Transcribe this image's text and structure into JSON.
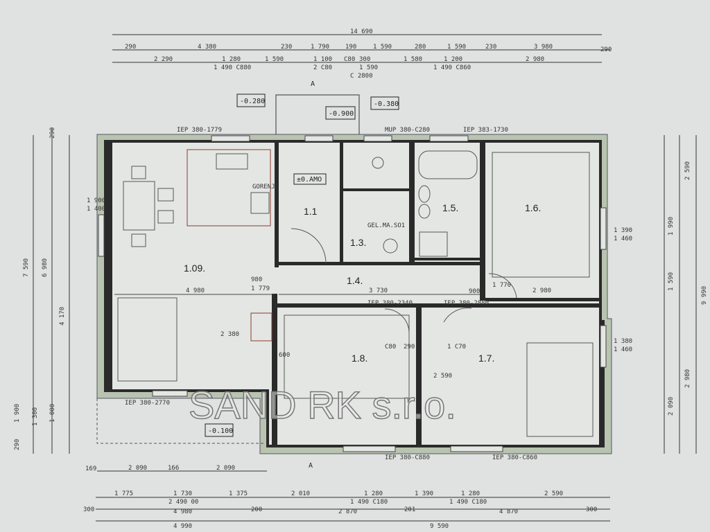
{
  "watermark": "SAND RK s.r.o.",
  "section_mark": "A",
  "rooms": {
    "living": "1.09.",
    "hall": "1.1",
    "bath_small": "1.3.",
    "corridor": "1.4.",
    "bathroom": "1.5.",
    "bedroom_ne": "1.6.",
    "bedroom_se": "1.7.",
    "bedroom_s": "1.8."
  },
  "levels": {
    "entrance_left": "-0.280",
    "entrance_step": "-0.900",
    "entrance_right": "-0.380",
    "terrace": "-0.100",
    "hall_floor": "±0.AMO"
  },
  "top_dims": {
    "overall": "14 690",
    "row2": [
      "290",
      "4 380",
      "230",
      "1 790",
      "190",
      "1 590",
      "280",
      "1 590",
      "230",
      "3 980",
      "290"
    ],
    "row3": [
      "2 290",
      "1 280",
      "1 490 C880",
      "1 590",
      "1 100",
      "2 C80",
      "C80",
      "300",
      "1 590",
      "1 580",
      "1 200",
      "1 490 C860",
      "2 980"
    ],
    "sub": "C 2800"
  },
  "bottom_dims": {
    "row1": [
      "169",
      "2 090",
      "166",
      "2 090"
    ],
    "row2": [
      "1 775",
      "1 730",
      "2 490 00",
      "1 375",
      "2 010",
      "1 280",
      "1 490 C180",
      "1 390",
      "1 280",
      "1 490 C180",
      "2 590"
    ],
    "row3": [
      "300",
      "4 980",
      "200",
      "2 870",
      "201",
      "4 870",
      "300"
    ],
    "row4": [
      "4 990",
      "9 590"
    ]
  },
  "left_dims": [
    "7 590",
    "6 980",
    "4 170",
    "1 900",
    "1 300",
    "1 000",
    "290",
    "290",
    "1 900",
    "1 400"
  ],
  "right_dims": [
    "9 990",
    "2 590",
    "1 990",
    "1 590",
    "2 980",
    "2 090",
    "1 390",
    "1 460",
    "1 380",
    "1 460"
  ],
  "window_labels": [
    "IEP 380-1779",
    "MUP 380-C280",
    "IEP 383-1730",
    "IEP 380-C880",
    "IEP 380-C860",
    "IEP 380-2770",
    "IEP 380-2340",
    "IEP 380-2880"
  ],
  "interior_dims": [
    "4 980",
    "3 730",
    "2 980",
    "980",
    "1 779",
    "2 380",
    "1 770",
    "2 590",
    "600",
    "C80",
    "290",
    "1 C70",
    "900"
  ],
  "fixtures": [
    "GORENJE",
    "GEL.MA.SO1"
  ]
}
